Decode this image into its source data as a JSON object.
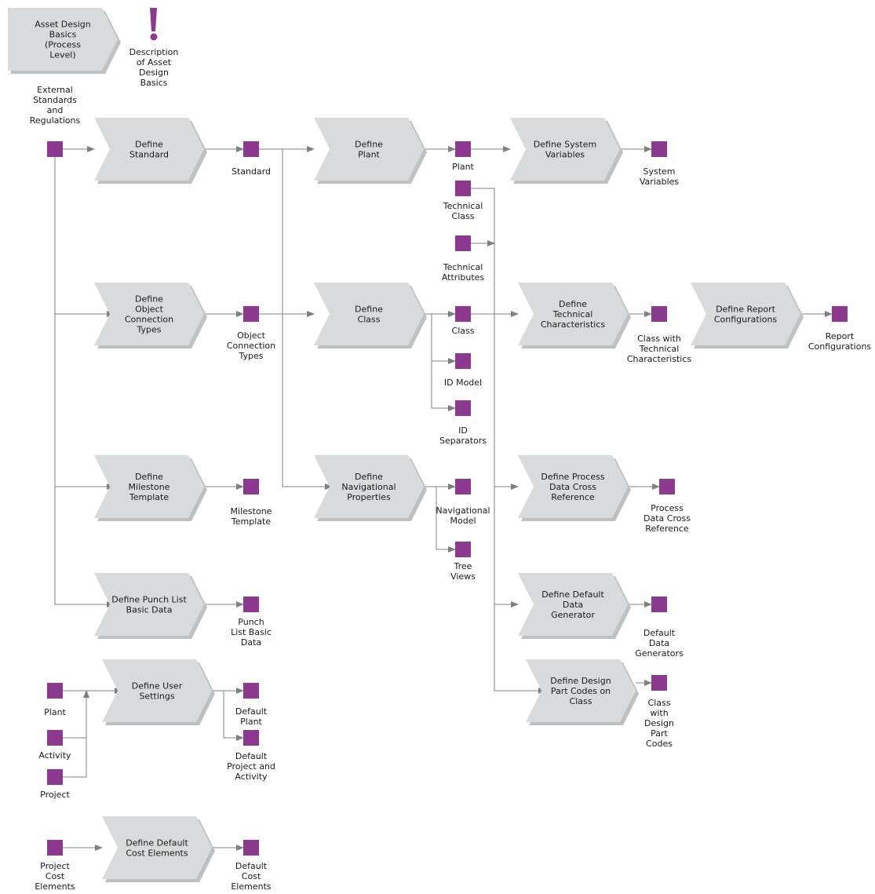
{
  "colors": {
    "function_fill": "#d9dadb",
    "function_shadow": "#bfc0c1",
    "object_fill": "#8b3a8f",
    "connector": "#808080"
  },
  "header": {
    "process_label": [
      "Asset Design",
      "Basics",
      "(Process",
      "Level)"
    ],
    "info_label": [
      "Description",
      "of Asset",
      "Design",
      "Basics"
    ],
    "info_icon": "exclamation-icon"
  },
  "functions": [
    {
      "id": "f_standard",
      "label": [
        "Define",
        "Standard"
      ]
    },
    {
      "id": "f_plant",
      "label": [
        "Define",
        "Plant"
      ]
    },
    {
      "id": "f_sysvars",
      "label": [
        "Define System",
        "Variables"
      ]
    },
    {
      "id": "f_objconn",
      "label": [
        "Define",
        "Object",
        "Connection",
        "Types"
      ]
    },
    {
      "id": "f_class",
      "label": [
        "Define",
        "Class"
      ]
    },
    {
      "id": "f_techchar",
      "label": [
        "Define",
        "Technical",
        "Characteristics"
      ]
    },
    {
      "id": "f_report",
      "label": [
        "Define Report",
        "Configurations"
      ]
    },
    {
      "id": "f_milestone",
      "label": [
        "Define",
        "Milestone",
        "Template"
      ]
    },
    {
      "id": "f_navprops",
      "label": [
        "Define",
        "Navigational",
        "Properties"
      ]
    },
    {
      "id": "f_pdxref",
      "label": [
        "Define Process",
        "Data Cross",
        "Reference"
      ]
    },
    {
      "id": "f_punch",
      "label": [
        "Define Punch List",
        "Basic Data"
      ]
    },
    {
      "id": "f_defgen",
      "label": [
        "Define Default",
        "Data",
        "Generator"
      ]
    },
    {
      "id": "f_usersettings",
      "label": [
        "Define User",
        "Settings"
      ]
    },
    {
      "id": "f_partcodes",
      "label": [
        "Define Design",
        "Part Codes on",
        "Class"
      ]
    },
    {
      "id": "f_costel",
      "label": [
        "Define Default",
        "Cost Elements"
      ]
    }
  ],
  "objects": [
    {
      "id": "o_ext",
      "label": [
        "External",
        "Standards",
        "and",
        "Regulations"
      ]
    },
    {
      "id": "o_standard",
      "label": [
        "Standard"
      ]
    },
    {
      "id": "o_plant",
      "label": [
        "Plant"
      ]
    },
    {
      "id": "o_sysvars",
      "label": [
        "System",
        "Variables"
      ]
    },
    {
      "id": "o_techclass",
      "label": [
        "Technical",
        "Class"
      ]
    },
    {
      "id": "o_techattr",
      "label": [
        "Technical",
        "Attributes"
      ]
    },
    {
      "id": "o_objconn",
      "label": [
        "Object",
        "Connection",
        "Types"
      ]
    },
    {
      "id": "o_class",
      "label": [
        "Class"
      ]
    },
    {
      "id": "o_idmodel",
      "label": [
        "ID Model"
      ]
    },
    {
      "id": "o_idsep",
      "label": [
        "ID",
        "Separators"
      ]
    },
    {
      "id": "o_classtech",
      "label": [
        "Class with",
        "Technical",
        "Characteristics"
      ]
    },
    {
      "id": "o_report",
      "label": [
        "Report",
        "Configurations"
      ]
    },
    {
      "id": "o_milestone",
      "label": [
        "Milestone",
        "Template"
      ]
    },
    {
      "id": "o_navmodel",
      "label": [
        "Navigational",
        "Model"
      ]
    },
    {
      "id": "o_treeviews",
      "label": [
        "Tree",
        "Views"
      ]
    },
    {
      "id": "o_pdxref",
      "label": [
        "Process",
        "Data Cross",
        "Reference"
      ]
    },
    {
      "id": "o_punch",
      "label": [
        "Punch",
        "List Basic",
        "Data"
      ]
    },
    {
      "id": "o_defgen",
      "label": [
        "Default",
        "Data",
        "Generators"
      ]
    },
    {
      "id": "o_in_plant",
      "label": [
        "Plant"
      ]
    },
    {
      "id": "o_in_activity",
      "label": [
        "Activity"
      ]
    },
    {
      "id": "o_in_project",
      "label": [
        "Project"
      ]
    },
    {
      "id": "o_defplant",
      "label": [
        "Default",
        "Plant"
      ]
    },
    {
      "id": "o_defprojact",
      "label": [
        "Default",
        "Project and",
        "Activity"
      ]
    },
    {
      "id": "o_classparts",
      "label": [
        "Class",
        "with",
        "Design",
        "Part",
        "Codes"
      ]
    },
    {
      "id": "o_projcost",
      "label": [
        "Project",
        "Cost",
        "Elements"
      ]
    },
    {
      "id": "o_defcost",
      "label": [
        "Default",
        "Cost",
        "Elements"
      ]
    }
  ]
}
